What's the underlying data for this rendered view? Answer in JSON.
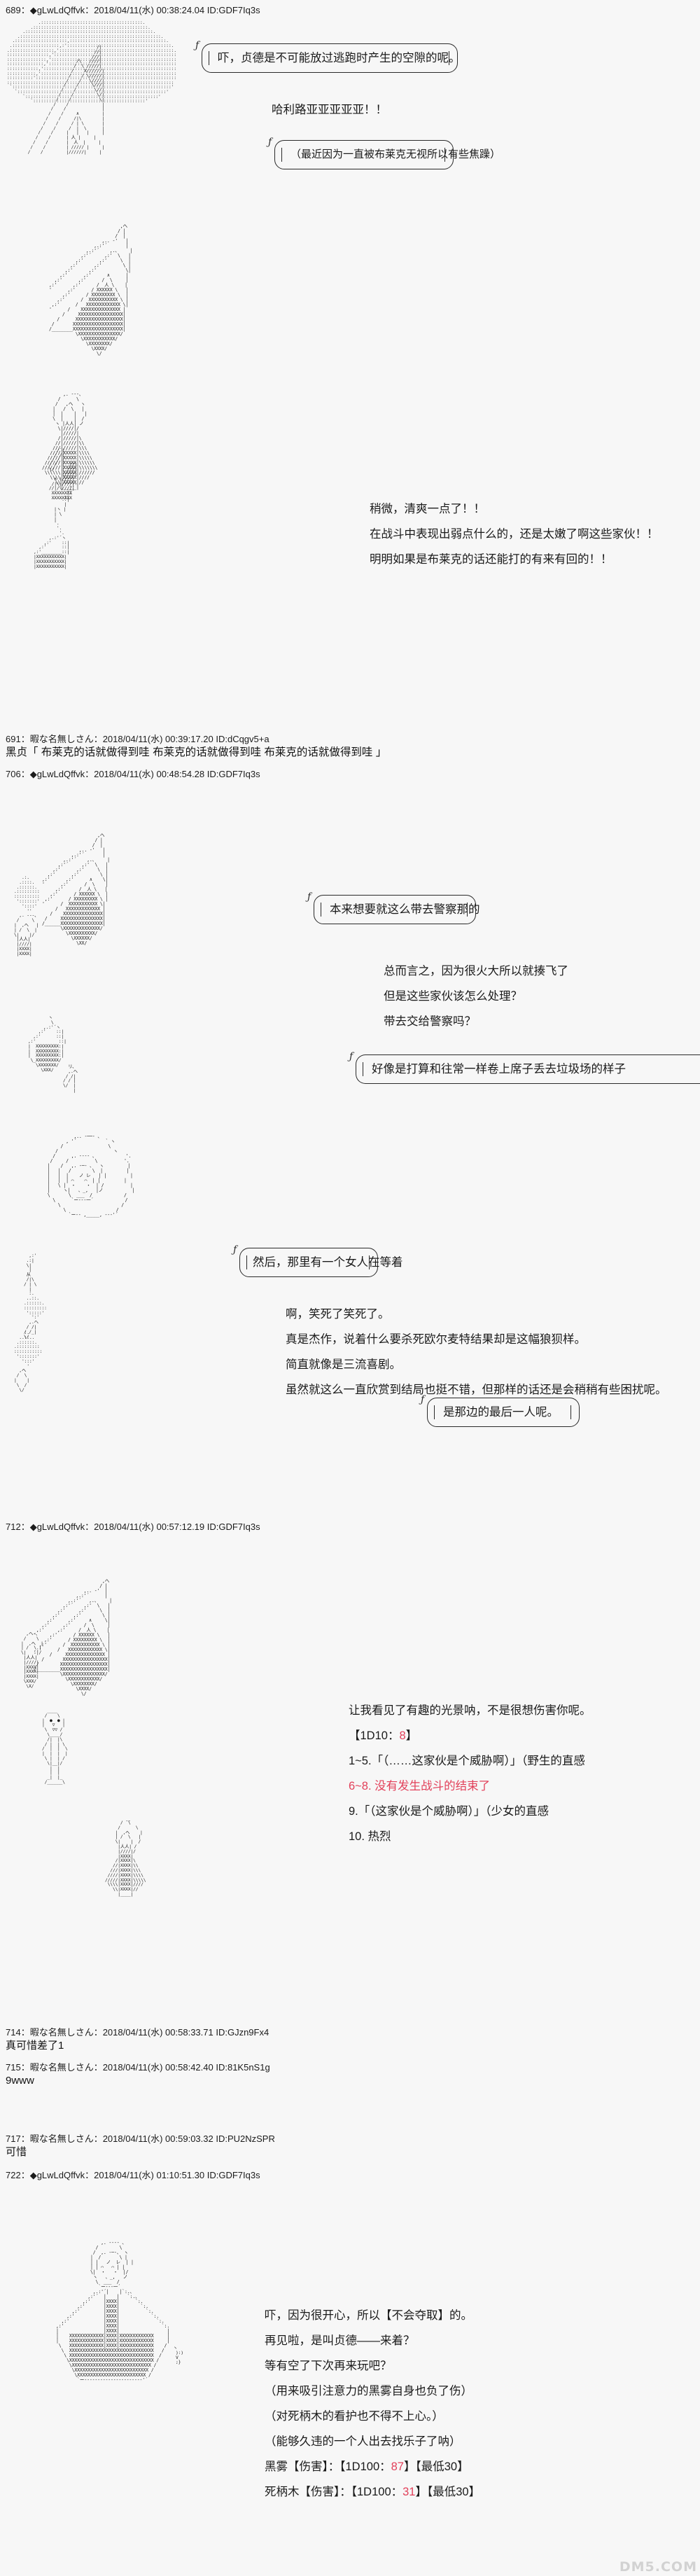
{
  "board": {
    "watermark": "DM5.COM"
  },
  "posts": [
    {
      "id": "post-689",
      "number": "689",
      "tripmark": "◆",
      "author": "gLwLdQffvk",
      "date": "2018/04/11(水)",
      "time": "00:38:24.04",
      "uid": "ID:GDF7Iq3s",
      "header": "689：◆gLwLdQffvk：2018/04/11(水) 00:38:24.04 ID:GDF7Iq3s"
    },
    {
      "id": "post-691",
      "number": "691",
      "author": "暇な名無しさん",
      "date": "2018/04/11(水)",
      "time": "00:39:17.20",
      "uid": "ID:dCqgv5+a",
      "header": "691：暇な名無しさん：2018/04/11(水) 00:39:17.20 ID:dCqgv5+a",
      "body": "黑贞「 布莱克的话就做得到哇 布莱克的话就做得到哇 布莱克的话就做得到哇 」"
    },
    {
      "id": "post-706",
      "number": "706",
      "tripmark": "◆",
      "author": "gLwLdQffvk",
      "date": "2018/04/11(水)",
      "time": "00:48:54.28",
      "uid": "ID:GDF7Iq3s",
      "header": "706：◆gLwLdQffvk：2018/04/11(水) 00:48:54.28 ID:GDF7Iq3s"
    },
    {
      "id": "post-712",
      "number": "712",
      "tripmark": "◆",
      "author": "gLwLdQffvk",
      "date": "2018/04/11(水)",
      "time": "00:57:12.19",
      "uid": "ID:GDF7Iq3s",
      "header": "712：◆gLwLdQffvk：2018/04/11(水) 00:57:12.19 ID:GDF7Iq3s"
    },
    {
      "id": "post-714",
      "number": "714",
      "author": "暇な名無しさん",
      "date": "2018/04/11(水)",
      "time": "00:58:33.71",
      "uid": "ID:GJzn9Fx4",
      "header": "714：暇な名無しさん：2018/04/11(水) 00:58:33.71 ID:GJzn9Fx4",
      "body": "真可惜差了1"
    },
    {
      "id": "post-715",
      "number": "715",
      "author": "暇な名無しさん",
      "date": "2018/04/11(水)",
      "time": "00:58:42.40",
      "uid": "ID:81K5nS1g",
      "header": "715：暇な名無しさん：2018/04/11(水) 00:58:42.40 ID:81K5nS1g",
      "body": "9www"
    },
    {
      "id": "post-717",
      "number": "717",
      "author": "暇な名無しさん",
      "date": "2018/04/11(水)",
      "time": "00:59:03.32",
      "uid": "ID:PU2NzSPR",
      "header": "717：暇な名無しさん：2018/04/11(水) 00:59:03.32 ID:PU2NzSPR",
      "body": "可惜"
    },
    {
      "id": "post-722",
      "number": "722",
      "tripmark": "◆",
      "author": "gLwLdQffvk",
      "date": "2018/04/11(水)",
      "time": "01:10:51.30",
      "uid": "ID:GDF7Iq3s",
      "header": "722：◆gLwLdQffvk：2018/04/11(水) 01:10:51.30 ID:GDF7Iq3s"
    }
  ],
  "scene1": {
    "balloon1": "吓，贞德是不可能放过逃跑时产生的空隙的呢。",
    "line1": "哈利路亚亚亚亚亚！！",
    "balloon2": "（最近因为一直被布莱克无视所以有些焦躁）"
  },
  "scene2": {
    "line1": "稍微，清爽一点了！！",
    "line2": "在战斗中表现出弱点什么的，还是太嫩了啊这些家伙！！",
    "line3": "明明如果是布莱克的话还能打的有来有回的！！"
  },
  "scene3": {
    "balloon1": "本来想要就这么带去警察那的",
    "line1": "总而言之，因为很火大所以就揍飞了",
    "line2": "但是这些家伙该怎么处理？",
    "line3": "带去交给警察吗？",
    "balloon2": "好像是打算和往常一样卷上席子丢去垃圾场的样子"
  },
  "scene4": {
    "balloon1": "然后，那里有一个女人在等着",
    "line1": "啊，笑死了笑死了。",
    "line2": "真是杰作，说着什么要杀死欧尔麦特结果却是这幅狼狈样。",
    "line3": "简直就像是三流喜剧。",
    "line4": "虽然就这么一直欣赏到结局也挺不错，但那样的话还是会稍稍有些困扰呢。",
    "balloon2": "是那边的最后一人呢。"
  },
  "scene5": {
    "line1": "让我看见了有趣的光景呐，不是很想伤害你呢。",
    "roll_label": "【1D10：",
    "roll_value": "8",
    "roll_close": "】",
    "opt1": "1~5.「（……这家伙是个威胁啊）」（野生的直感",
    "opt2": "6~8. 没有发生战斗的结束了",
    "opt3": "9.「（这家伙是个威胁啊）」（少女的直感",
    "opt4": "10. 热烈",
    "highlight_color": "#e2405a"
  },
  "scene6": {
    "line1": "吓，因为很开心，所以【不会夺取】的。",
    "line2": "再见啦，是叫贞德——来着？",
    "line3": "等有空了下次再来玩吧？",
    "line4": "（用来吸引注意力的黑雾自身也负了伤）",
    "line5": "（对死柄木的看护也不得不上心。）",
    "line6": "（能够久违的一个人出去找乐子了呐）",
    "dmg1_name": "黑雾【伤害】：【1D100：",
    "dmg1_value": "87",
    "dmg1_tail": "】【最低30】",
    "dmg2_name": "死柄木【伤害】：【1D100：",
    "dmg2_value": "31",
    "dmg2_tail": "】【最低30】"
  },
  "ascii": {
    "art1": "          ........................................\n        .......-''''''-.............................\n   ....-'' ......   ``-..............................\n .-''...........        `-...........................\n/.................         `.........................\n|....................        |.......................\n|........................    |.......................\n |.........................  /........................\n  `-.....................,-'.........................\n    `-.................-'...........................\n       `-...........-'..............................\n          `---...---'...............................",
    "art2": "              ,. -‐- 、\n           /       \\\n          /   , ,   ヽ\n         |   / |ヘ|   |\n         |  |  | |   |\n        /|  |__| |  |\\\n       ////| 人 |\\\\\\\\\n      ///  \\___/  \\\\\\\n     //  XXXXXXX  \\\\\n    /   XXXXXXXXX   \\\n   |   XXXXXXXXXXX   |\n   \\  XXXXXXXXXXXXX  /\n    ヽ XXXXXXXXXXX ノ\n      \\___________/",
    "art3": "            , ' ´ ̄ ̄ ` 、\n          /          \\\n         /   ,. -‐- 、  ヽ\n        |   /       \\  |\n        |  |  ノ レ   | |\n        |  | ⌒  ⌒  | |\n         \\ |  ・  ・  | /\n          ヽ|   、_,   |ノ\n            \\  ___  /\n             `ー---一´\n           /|       |\\\n          / |       | \\",
    "art4": "        ___\n      ,.:´:::::::::::`::.、\n    /:::::::::::::::::::::::::\\\n   /:::::/ノ|:::::|ヽ::::::::\\\n  |:::::/   |:::::|  ヽ::::::|\n  |::::|  ●  |:::::|  ●  |::::|\n  |::::|     |:::::|     |::::|\n   \\:::ヽ    `ー'    ノ:::/\n    `ー`ー--------‐'´\n       /|         |\\\n      / |         | \\"
  }
}
